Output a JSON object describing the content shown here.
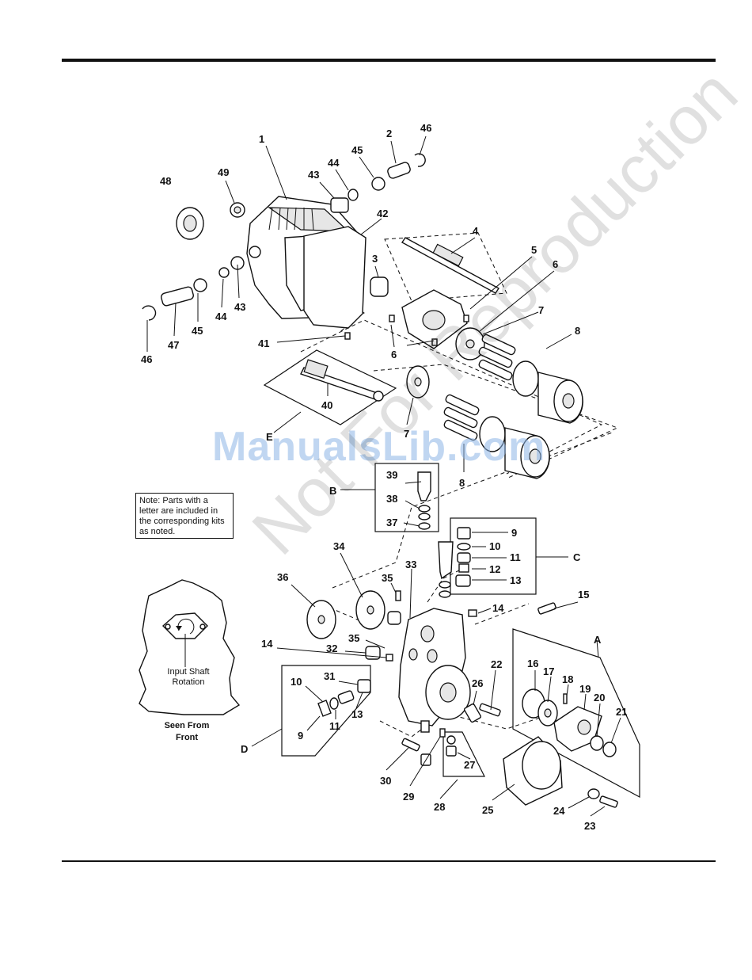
{
  "labels": [
    {
      "text": "1"
    },
    {
      "text": "2"
    },
    {
      "text": "46"
    },
    {
      "text": "45"
    },
    {
      "text": "44"
    },
    {
      "text": "43"
    },
    {
      "text": "49"
    },
    {
      "text": "48"
    },
    {
      "text": "42"
    },
    {
      "text": "4"
    },
    {
      "text": "3"
    },
    {
      "text": "5"
    },
    {
      "text": "6"
    },
    {
      "text": "43"
    },
    {
      "text": "44"
    },
    {
      "text": "45"
    },
    {
      "text": "47"
    },
    {
      "text": "46"
    },
    {
      "text": "7"
    },
    {
      "text": "6"
    },
    {
      "text": "41"
    },
    {
      "text": "8"
    },
    {
      "text": "40"
    },
    {
      "text": "E"
    },
    {
      "text": "7"
    },
    {
      "text": "8"
    },
    {
      "text": "B"
    },
    {
      "text": "39"
    },
    {
      "text": "38"
    },
    {
      "text": "37"
    },
    {
      "text": "9"
    },
    {
      "text": "10"
    },
    {
      "text": "11"
    },
    {
      "text": "12"
    },
    {
      "text": "13"
    },
    {
      "text": "C"
    },
    {
      "text": "34"
    },
    {
      "text": "36"
    },
    {
      "text": "35"
    },
    {
      "text": "33"
    },
    {
      "text": "15"
    },
    {
      "text": "14"
    },
    {
      "text": "35"
    },
    {
      "text": "14"
    },
    {
      "text": "32"
    },
    {
      "text": "A"
    },
    {
      "text": "16"
    },
    {
      "text": "17"
    },
    {
      "text": "18"
    },
    {
      "text": "19"
    },
    {
      "text": "20"
    },
    {
      "text": "21"
    },
    {
      "text": "22"
    },
    {
      "text": "26"
    },
    {
      "text": "10"
    },
    {
      "text": "31"
    },
    {
      "text": "13"
    },
    {
      "text": "9"
    },
    {
      "text": "11"
    },
    {
      "text": "D"
    },
    {
      "text": "27"
    },
    {
      "text": "30"
    },
    {
      "text": "29"
    },
    {
      "text": "28"
    },
    {
      "text": "25"
    },
    {
      "text": "24"
    },
    {
      "text": "23"
    }
  ],
  "note": "Note: Parts with a letter are included in the corresponding kits as noted.",
  "input_shaft_label": "Input Shaft Rotation",
  "seen_from": "Seen From",
  "front": "Front",
  "watermark": "ManualsLib.com",
  "watermark2": "Not For Reproduction"
}
